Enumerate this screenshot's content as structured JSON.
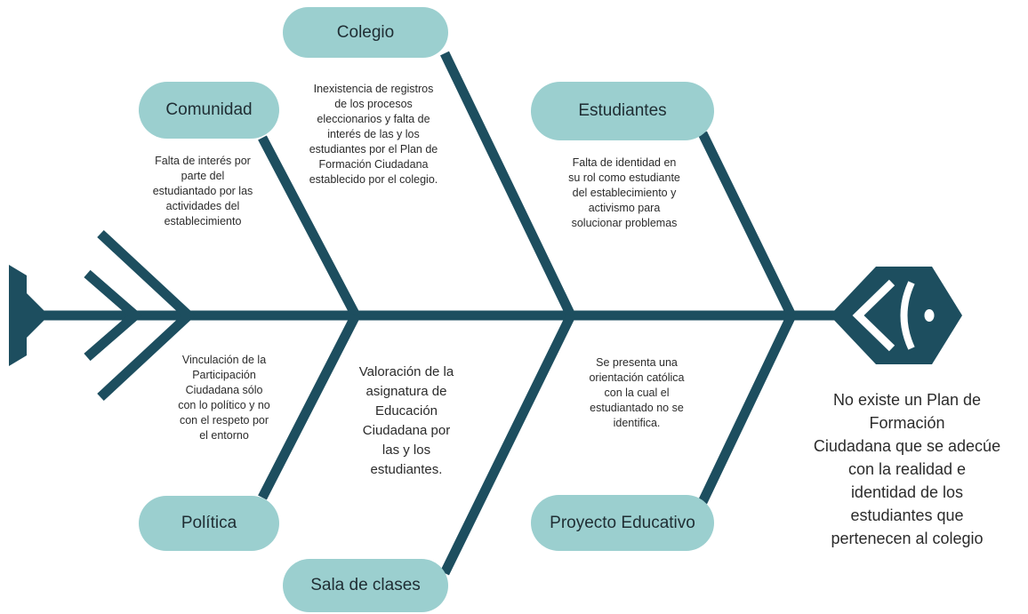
{
  "colors": {
    "spine": "#1d4e5f",
    "pill": "#9bcfcf",
    "text": "#2b2b2b"
  },
  "categories": {
    "colegio": "Colegio",
    "comunidad": "Comunidad",
    "estudiantes": "Estudiantes",
    "politica": "Política",
    "sala": "Sala de clases",
    "proyecto": "Proyecto Educativo"
  },
  "causes": {
    "colegio": "Inexistencia de registros\nde los procesos\neleccionarios  y falta de\ninterés  de las y los\nestudiantes por  el Plan de\nFormación Ciudadana\nestablecido por el colegio.",
    "comunidad": "Falta de interés por\nparte del\nestudiantado por las\nactividades del\nestablecimiento",
    "estudiantes": "Falta de identidad en\nsu rol como estudiante\ndel establecimiento y\nactivismo para\nsolucionar problemas",
    "politica": "Vinculación de la\nParticipación\nCiudadana sólo\ncon lo político y no\ncon el respeto por\nel entorno",
    "sala": "Valoración de la\nasignatura de\nEducación\nCiudadana por\nlas y los\nestudiantes.",
    "proyecto": "Se presenta una\norientación católica\ncon la cual el\nestudiantado no se\nidentifica."
  },
  "problem": "No existe un Plan de\nFormación\nCiudadana que se adecúe\ncon la realidad e\nidentidad  de los\nestudiantes que\npertenecen al colegio"
}
